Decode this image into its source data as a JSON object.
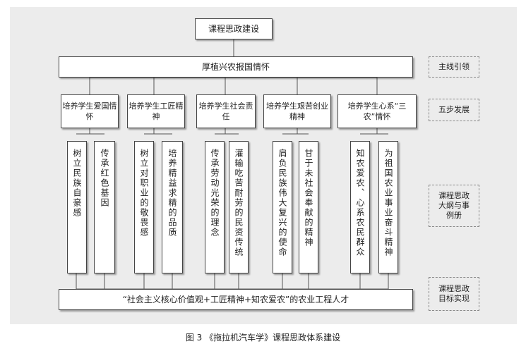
{
  "title": "课程思政建设",
  "mainline": "厚植兴农报国情怀",
  "categories": [
    {
      "label": "培养学生爱国情怀",
      "items": [
        "树立民族自豪感",
        "传承红色基因"
      ]
    },
    {
      "label": "培养学生工匠精神",
      "items": [
        "树立对职业的敬畏感",
        "培养精益求精的品质"
      ]
    },
    {
      "label": "培养学生社会责任",
      "items": [
        "传承劳动光荣的理念",
        "灌输吃苦耐劳的民资传统"
      ]
    },
    {
      "label": "培养学生艰苦创业精神",
      "items": [
        "肩负民族伟大复兴的使命",
        "甘于未社会奉献的精神"
      ]
    },
    {
      "label": "培养学生心系“三农”情怀",
      "items": [
        "知农爱农、心系农民群众",
        "为祖国农业事业奋斗精神"
      ]
    }
  ],
  "goal": "“社会主义核心价值观+工匠精神+知农爱农”的农业工程人才",
  "side_labels": [
    "主线引领",
    "五步发展",
    "课程思政大纲与事例册",
    "课程思政目标实现"
  ],
  "caption": "图 3 《拖拉机汽车学》课程思政体系建设"
}
